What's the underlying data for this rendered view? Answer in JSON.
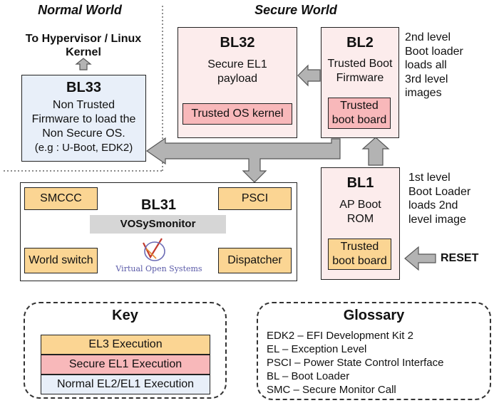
{
  "world_labels": {
    "normal": "Normal World",
    "secure": "Secure World"
  },
  "top_note": {
    "line1": "To Hypervisor / Linux",
    "line2": "Kernel"
  },
  "bl33": {
    "title": "BL33",
    "lines": [
      "Non Trusted",
      "Firmware to load the",
      "Non Secure OS.",
      "(e.g : U-Boot, EDK2)"
    ]
  },
  "bl32": {
    "title": "BL32",
    "lines": [
      "Secure EL1",
      "payload"
    ],
    "inner": "Trusted OS kernel"
  },
  "bl2": {
    "title": "BL2",
    "lines": [
      "Trusted Boot",
      "Firmware"
    ],
    "inner": [
      "Trusted",
      "boot board"
    ],
    "note": [
      "2nd level",
      "Boot loader",
      "loads all",
      "3rd level",
      "images"
    ]
  },
  "bl31": {
    "title": "BL31",
    "smccc": "SMCCC",
    "psci": "PSCI",
    "world_switch": "World switch",
    "dispatcher": "Dispatcher",
    "vosysmonitor": "VOSySmonitor",
    "logo_text": "Virtual Open Systems"
  },
  "bl1": {
    "title": "BL1",
    "lines": [
      "AP Boot",
      "ROM"
    ],
    "inner": [
      "Trusted",
      "boot board"
    ],
    "note": [
      "1st level",
      "Boot Loader",
      "loads 2nd",
      "level image"
    ]
  },
  "reset_label": "RESET",
  "key": {
    "title": "Key",
    "items": [
      {
        "label": "EL3 Execution",
        "color": "#fbd593"
      },
      {
        "label": "Secure EL1 Execution",
        "color": "#f8b8ba"
      },
      {
        "label": "Normal EL2/EL1 Execution",
        "color": "#e8eff9"
      }
    ]
  },
  "glossary": {
    "title": "Glossary",
    "items": [
      "EDK2 – EFI Development Kit 2",
      "EL – Exception Level",
      "PSCI – Power State Control Interface",
      "BL – Boot Loader",
      "SMC – Secure Monitor Call"
    ]
  },
  "colors": {
    "el3": "#fbd593",
    "secure_el1": "#f8b8ba",
    "normal": "#e8eff9",
    "arrow_fill": "#b3b3b3",
    "arrow_stroke": "#555555"
  }
}
